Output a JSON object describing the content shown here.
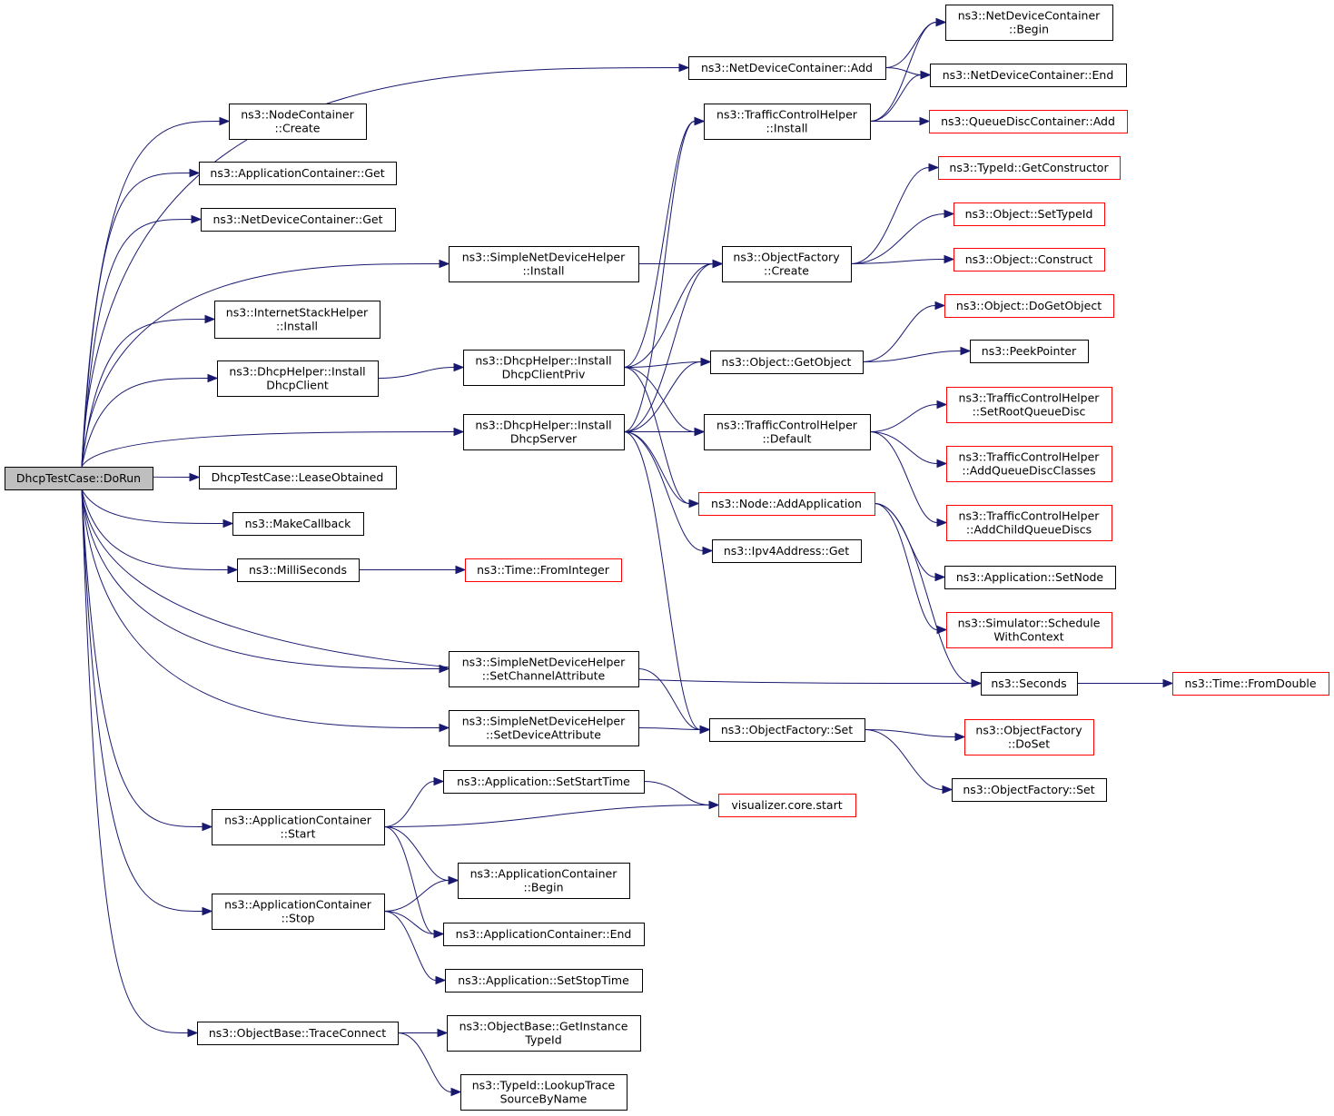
{
  "colors": {
    "edge": "#191970",
    "node_border": "#000000",
    "node_border_red": "#ff0000",
    "root_fill": "#bfbfbf",
    "node_fill": "#ffffff"
  },
  "nodes": [
    {
      "id": "root",
      "lines": [
        "DhcpTestCase::DoRun"
      ],
      "color": "gray"
    },
    {
      "id": "ndc_add",
      "lines": [
        "ns3::NetDeviceContainer::Add"
      ],
      "color": "black"
    },
    {
      "id": "ndc_begin",
      "lines": [
        "ns3::NetDeviceContainer",
        "::Begin"
      ],
      "color": "black"
    },
    {
      "id": "ndc_end",
      "lines": [
        "ns3::NetDeviceContainer::End"
      ],
      "color": "black"
    },
    {
      "id": "nodecont_create",
      "lines": [
        "ns3::NodeContainer",
        "::Create"
      ],
      "color": "black"
    },
    {
      "id": "tch_install",
      "lines": [
        "ns3::TrafficControlHelper",
        "::Install"
      ],
      "color": "black"
    },
    {
      "id": "qdc_add",
      "lines": [
        "ns3::QueueDiscContainer::Add"
      ],
      "color": "red"
    },
    {
      "id": "appcont_get",
      "lines": [
        "ns3::ApplicationContainer::Get"
      ],
      "color": "black"
    },
    {
      "id": "typeid_getctor",
      "lines": [
        "ns3::TypeId::GetConstructor"
      ],
      "color": "red"
    },
    {
      "id": "ndc_get",
      "lines": [
        "ns3::NetDeviceContainer::Get"
      ],
      "color": "black"
    },
    {
      "id": "obj_settypeid",
      "lines": [
        "ns3::Object::SetTypeId"
      ],
      "color": "red"
    },
    {
      "id": "sndh_install",
      "lines": [
        "ns3::SimpleNetDeviceHelper",
        "::Install"
      ],
      "color": "black"
    },
    {
      "id": "of_create",
      "lines": [
        "ns3::ObjectFactory",
        "::Create"
      ],
      "color": "black"
    },
    {
      "id": "obj_construct",
      "lines": [
        "ns3::Object::Construct"
      ],
      "color": "red"
    },
    {
      "id": "ish_install",
      "lines": [
        "ns3::InternetStackHelper",
        "::Install"
      ],
      "color": "black"
    },
    {
      "id": "obj_dogetobject",
      "lines": [
        "ns3::Object::DoGetObject"
      ],
      "color": "red"
    },
    {
      "id": "dhcp_install_priv",
      "lines": [
        "ns3::DhcpHelper::Install",
        "DhcpClientPriv"
      ],
      "color": "black"
    },
    {
      "id": "peekpointer",
      "lines": [
        "ns3::PeekPointer"
      ],
      "color": "black"
    },
    {
      "id": "dhcp_install_client",
      "lines": [
        "ns3::DhcpHelper::Install",
        "DhcpClient"
      ],
      "color": "black"
    },
    {
      "id": "obj_getobject",
      "lines": [
        "ns3::Object::GetObject"
      ],
      "color": "black"
    },
    {
      "id": "tch_setroot",
      "lines": [
        "ns3::TrafficControlHelper",
        "::SetRootQueueDisc"
      ],
      "color": "red"
    },
    {
      "id": "dhcp_install_server",
      "lines": [
        "ns3::DhcpHelper::Install",
        "DhcpServer"
      ],
      "color": "black"
    },
    {
      "id": "tch_default",
      "lines": [
        "ns3::TrafficControlHelper",
        "::Default"
      ],
      "color": "black"
    },
    {
      "id": "tch_addqdclasses",
      "lines": [
        "ns3::TrafficControlHelper",
        "::AddQueueDiscClasses"
      ],
      "color": "red"
    },
    {
      "id": "lease_obtained",
      "lines": [
        "DhcpTestCase::LeaseObtained"
      ],
      "color": "black"
    },
    {
      "id": "node_addapp",
      "lines": [
        "ns3::Node::AddApplication"
      ],
      "color": "red"
    },
    {
      "id": "tch_addchild",
      "lines": [
        "ns3::TrafficControlHelper",
        "::AddChildQueueDiscs"
      ],
      "color": "red"
    },
    {
      "id": "makecallback",
      "lines": [
        "ns3::MakeCallback"
      ],
      "color": "black"
    },
    {
      "id": "ipv4_get",
      "lines": [
        "ns3::Ipv4Address::Get"
      ],
      "color": "black"
    },
    {
      "id": "milliseconds",
      "lines": [
        "ns3::MilliSeconds"
      ],
      "color": "black"
    },
    {
      "id": "time_frominteger",
      "lines": [
        "ns3::Time::FromInteger"
      ],
      "color": "red"
    },
    {
      "id": "app_setnode",
      "lines": [
        "ns3::Application::SetNode"
      ],
      "color": "black"
    },
    {
      "id": "sim_schedule",
      "lines": [
        "ns3::Simulator::Schedule",
        "WithContext"
      ],
      "color": "red"
    },
    {
      "id": "sndh_setchannel",
      "lines": [
        "ns3::SimpleNetDeviceHelper",
        "::SetChannelAttribute"
      ],
      "color": "black"
    },
    {
      "id": "seconds",
      "lines": [
        "ns3::Seconds"
      ],
      "color": "black"
    },
    {
      "id": "time_fromdouble",
      "lines": [
        "ns3::Time::FromDouble"
      ],
      "color": "red"
    },
    {
      "id": "sndh_setdevice",
      "lines": [
        "ns3::SimpleNetDeviceHelper",
        "::SetDeviceAttribute"
      ],
      "color": "black"
    },
    {
      "id": "of_set",
      "lines": [
        "ns3::ObjectFactory::Set"
      ],
      "color": "black"
    },
    {
      "id": "of_doset",
      "lines": [
        "ns3::ObjectFactory",
        "::DoSet"
      ],
      "color": "red"
    },
    {
      "id": "app_setstart",
      "lines": [
        "ns3::Application::SetStartTime"
      ],
      "color": "black"
    },
    {
      "id": "of_set2",
      "lines": [
        "ns3::ObjectFactory::Set"
      ],
      "color": "black"
    },
    {
      "id": "appcont_start",
      "lines": [
        "ns3::ApplicationContainer",
        "::Start"
      ],
      "color": "black"
    },
    {
      "id": "viz_start",
      "lines": [
        "visualizer.core.start"
      ],
      "color": "red"
    },
    {
      "id": "appcont_begin",
      "lines": [
        "ns3::ApplicationContainer",
        "::Begin"
      ],
      "color": "black"
    },
    {
      "id": "appcont_stop",
      "lines": [
        "ns3::ApplicationContainer",
        "::Stop"
      ],
      "color": "black"
    },
    {
      "id": "appcont_end",
      "lines": [
        "ns3::ApplicationContainer::End"
      ],
      "color": "black"
    },
    {
      "id": "app_setstop",
      "lines": [
        "ns3::Application::SetStopTime"
      ],
      "color": "black"
    },
    {
      "id": "ob_traceconnect",
      "lines": [
        "ns3::ObjectBase::TraceConnect"
      ],
      "color": "black"
    },
    {
      "id": "ob_getinstancetypeid",
      "lines": [
        "ns3::ObjectBase::GetInstance",
        "TypeId"
      ],
      "color": "black"
    },
    {
      "id": "typeid_lookuptrace",
      "lines": [
        "ns3::TypeId::LookupTrace",
        "SourceByName"
      ],
      "color": "black"
    }
  ],
  "edges": [
    [
      "root",
      "ndc_add"
    ],
    [
      "root",
      "nodecont_create"
    ],
    [
      "root",
      "appcont_get"
    ],
    [
      "root",
      "ndc_get"
    ],
    [
      "root",
      "sndh_install"
    ],
    [
      "root",
      "ish_install"
    ],
    [
      "root",
      "dhcp_install_client"
    ],
    [
      "root",
      "dhcp_install_server"
    ],
    [
      "root",
      "lease_obtained"
    ],
    [
      "root",
      "makecallback"
    ],
    [
      "root",
      "milliseconds"
    ],
    [
      "root",
      "seconds"
    ],
    [
      "root",
      "sndh_setchannel"
    ],
    [
      "root",
      "sndh_setdevice"
    ],
    [
      "root",
      "appcont_start"
    ],
    [
      "root",
      "appcont_stop"
    ],
    [
      "root",
      "ob_traceconnect"
    ],
    [
      "ndc_add",
      "ndc_begin"
    ],
    [
      "ndc_add",
      "ndc_end"
    ],
    [
      "tch_install",
      "ndc_begin"
    ],
    [
      "tch_install",
      "ndc_end"
    ],
    [
      "tch_install",
      "qdc_add"
    ],
    [
      "sndh_install",
      "of_create"
    ],
    [
      "of_create",
      "typeid_getctor"
    ],
    [
      "of_create",
      "obj_settypeid"
    ],
    [
      "of_create",
      "obj_construct"
    ],
    [
      "dhcp_install_client",
      "dhcp_install_priv"
    ],
    [
      "dhcp_install_priv",
      "tch_install"
    ],
    [
      "dhcp_install_priv",
      "of_create"
    ],
    [
      "dhcp_install_priv",
      "obj_getobject"
    ],
    [
      "dhcp_install_priv",
      "tch_default"
    ],
    [
      "dhcp_install_priv",
      "node_addapp"
    ],
    [
      "dhcp_install_server",
      "tch_install"
    ],
    [
      "dhcp_install_server",
      "of_create"
    ],
    [
      "dhcp_install_server",
      "obj_getobject"
    ],
    [
      "dhcp_install_server",
      "tch_default"
    ],
    [
      "dhcp_install_server",
      "node_addapp"
    ],
    [
      "dhcp_install_server",
      "ipv4_get"
    ],
    [
      "dhcp_install_server",
      "of_set"
    ],
    [
      "obj_getobject",
      "obj_dogetobject"
    ],
    [
      "obj_getobject",
      "peekpointer"
    ],
    [
      "tch_default",
      "tch_setroot"
    ],
    [
      "tch_default",
      "tch_addqdclasses"
    ],
    [
      "tch_default",
      "tch_addchild"
    ],
    [
      "node_addapp",
      "app_setnode"
    ],
    [
      "node_addapp",
      "sim_schedule"
    ],
    [
      "node_addapp",
      "seconds"
    ],
    [
      "milliseconds",
      "time_frominteger"
    ],
    [
      "seconds",
      "time_fromdouble"
    ],
    [
      "sndh_setchannel",
      "of_set"
    ],
    [
      "sndh_setdevice",
      "of_set"
    ],
    [
      "of_set",
      "of_doset"
    ],
    [
      "of_set",
      "of_set2"
    ],
    [
      "appcont_start",
      "app_setstart"
    ],
    [
      "appcont_start",
      "viz_start"
    ],
    [
      "appcont_start",
      "appcont_begin"
    ],
    [
      "appcont_start",
      "appcont_end"
    ],
    [
      "app_setstart",
      "viz_start"
    ],
    [
      "appcont_stop",
      "appcont_begin"
    ],
    [
      "appcont_stop",
      "appcont_end"
    ],
    [
      "appcont_stop",
      "app_setstop"
    ],
    [
      "ob_traceconnect",
      "ob_getinstancetypeid"
    ],
    [
      "ob_traceconnect",
      "typeid_lookuptrace"
    ]
  ]
}
